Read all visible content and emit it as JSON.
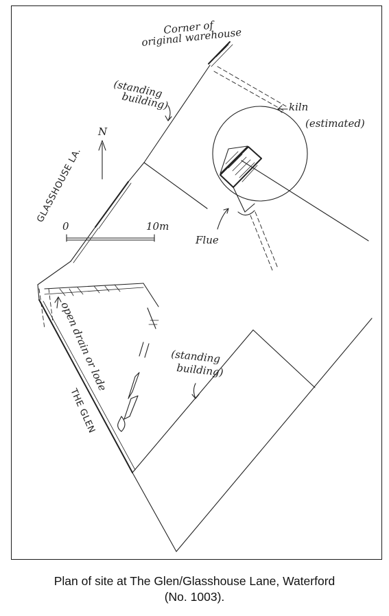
{
  "labels": {
    "corner_line1": "Corner of",
    "corner_line2": "original warehouse",
    "standing_top_line1": "(standing",
    "standing_top_line2": "building)",
    "kiln_line1": "kiln",
    "kiln_line2": "(estimated)",
    "north": "N",
    "glasshouse_lane": "GLASSHOUSE LA.",
    "scale_start": "0",
    "scale_end": "10m",
    "flue": "Flue",
    "open_drain": "open drain or lode",
    "standing_bottom_line1": "(standing",
    "standing_bottom_line2": "building)",
    "the_glen": "THE GLEN"
  },
  "caption": {
    "line1": "Plan of site at The Glen/Glasshouse Lane, Waterford",
    "line2": "(No. 1003)."
  },
  "colors": {
    "ink": "#222222",
    "frame": "#1a1a1a",
    "background": "#ffffff"
  }
}
